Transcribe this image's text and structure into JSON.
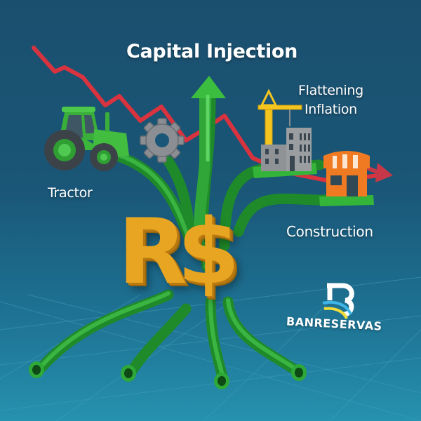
{
  "headline": "Capital Injection",
  "labels": {
    "flattening_line1": "Flattening",
    "flattening_line2": "Inflation",
    "tractor": "Tractor",
    "construction": "Construction"
  },
  "currency_symbol": "R$",
  "brand": {
    "name": "BANRESERVAS",
    "logo_letter": "B"
  },
  "icons": [
    "tractor-icon",
    "gear-icon",
    "up-arrow-icon",
    "crane-icon",
    "building-icon",
    "storefront-icon",
    "down-trend-arrow-icon",
    "pipes-roots"
  ],
  "colors": {
    "background_top": "#1b4f6e",
    "background_bottom": "#2389a8",
    "trend_line": "#d8333f",
    "pipe_green": "#35b43a",
    "currency_gold": "#e8a521",
    "crane_yellow": "#f4c51f",
    "store_orange": "#f07a22",
    "building_gray": "#8a8d90",
    "text": "#ffffff"
  }
}
